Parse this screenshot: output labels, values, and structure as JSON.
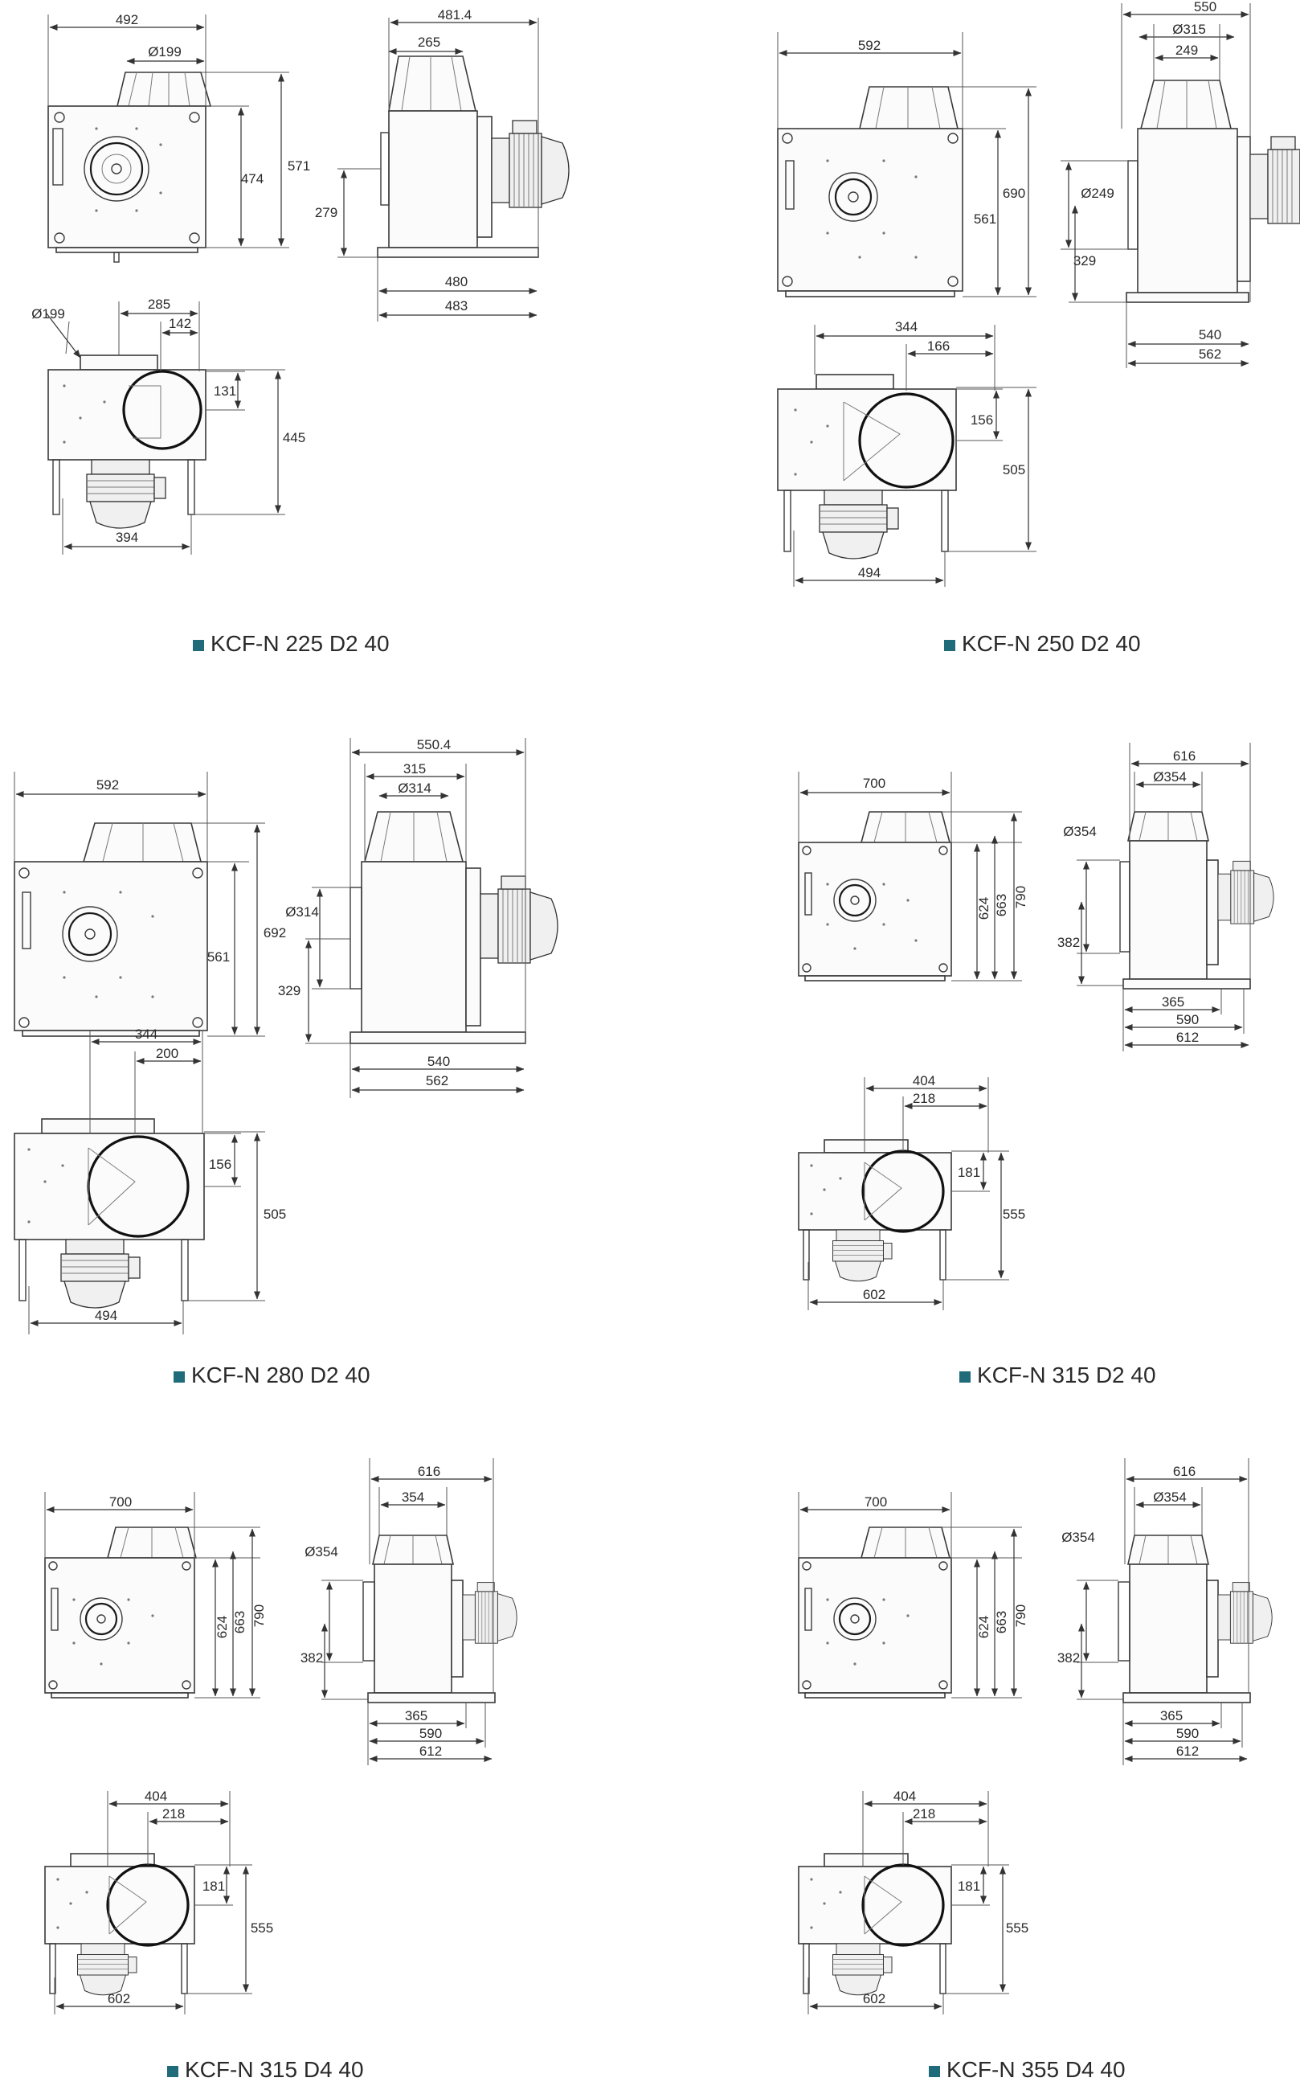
{
  "colors": {
    "bullet": "#1f6b7a",
    "line": "#3a3a3a",
    "text": "#2a2a2a"
  },
  "models": [
    {
      "caption": "KCF-N 225 D2 40",
      "front": {
        "width": "492",
        "duct": "Ø199",
        "body_h": "474",
        "total_h": "571"
      },
      "side": {
        "overall": "481.4",
        "outlet": "265",
        "inlet_h": "279",
        "base_a": "480",
        "base_b": "483"
      },
      "top": {
        "duct": "Ø199",
        "offset_a": "285",
        "offset_b": "142",
        "inlet_off": "131",
        "depth": "445",
        "width": "394"
      }
    },
    {
      "caption": "KCF-N 250 D2 40",
      "front": {
        "width": "592",
        "body_h": "561",
        "total_h": "690"
      },
      "side": {
        "overall": "550",
        "outlet": "Ø315",
        "outlet_b": "249",
        "inlet": "Ø249",
        "inlet_h": "329",
        "base_a": "540",
        "base_b": "562"
      },
      "top": {
        "offset_a": "344",
        "offset_b": "166",
        "inlet_off": "156",
        "depth": "505",
        "width": "494"
      }
    },
    {
      "caption": "KCF-N 280 D2 40",
      "front": {
        "width": "592",
        "body_h": "561",
        "total_h": "692"
      },
      "side": {
        "overall": "550.4",
        "outlet": "315",
        "outlet_b": "Ø314",
        "inlet": "Ø314",
        "inlet_h": "329",
        "base_a": "540",
        "base_b": "562"
      },
      "top": {
        "offset_a": "344",
        "offset_b": "200",
        "inlet_off": "156",
        "depth": "505",
        "width": "494"
      }
    },
    {
      "caption": "KCF-N 315 D2 40",
      "front": {
        "width": "700",
        "h1": "624",
        "h2": "663",
        "h3": "790"
      },
      "side": {
        "overall": "616",
        "outlet": "Ø354",
        "inlet": "Ø354",
        "inlet_h": "382",
        "base_a": "365",
        "base_b": "590",
        "base_c": "612"
      },
      "top": {
        "offset_a": "404",
        "offset_b": "218",
        "inlet_off": "181",
        "depth": "555",
        "width": "602"
      }
    },
    {
      "caption": "KCF-N 315 D4 40",
      "front": {
        "width": "700",
        "h1": "624",
        "h2": "663",
        "h3": "790"
      },
      "side": {
        "overall": "616",
        "outlet": "354",
        "inlet": "Ø354",
        "inlet_h": "382",
        "base_a": "365",
        "base_b": "590",
        "base_c": "612"
      },
      "top": {
        "offset_a": "404",
        "offset_b": "218",
        "inlet_off": "181",
        "depth": "555",
        "width": "602"
      }
    },
    {
      "caption": "KCF-N 355 D4 40",
      "front": {
        "width": "700",
        "h1": "624",
        "h2": "663",
        "h3": "790"
      },
      "side": {
        "overall": "616",
        "outlet": "Ø354",
        "inlet": "Ø354",
        "inlet_h": "382",
        "base_a": "365",
        "base_b": "590",
        "base_c": "612"
      },
      "top": {
        "offset_a": "404",
        "offset_b": "218",
        "inlet_off": "181",
        "depth": "555",
        "width": "602"
      }
    }
  ]
}
